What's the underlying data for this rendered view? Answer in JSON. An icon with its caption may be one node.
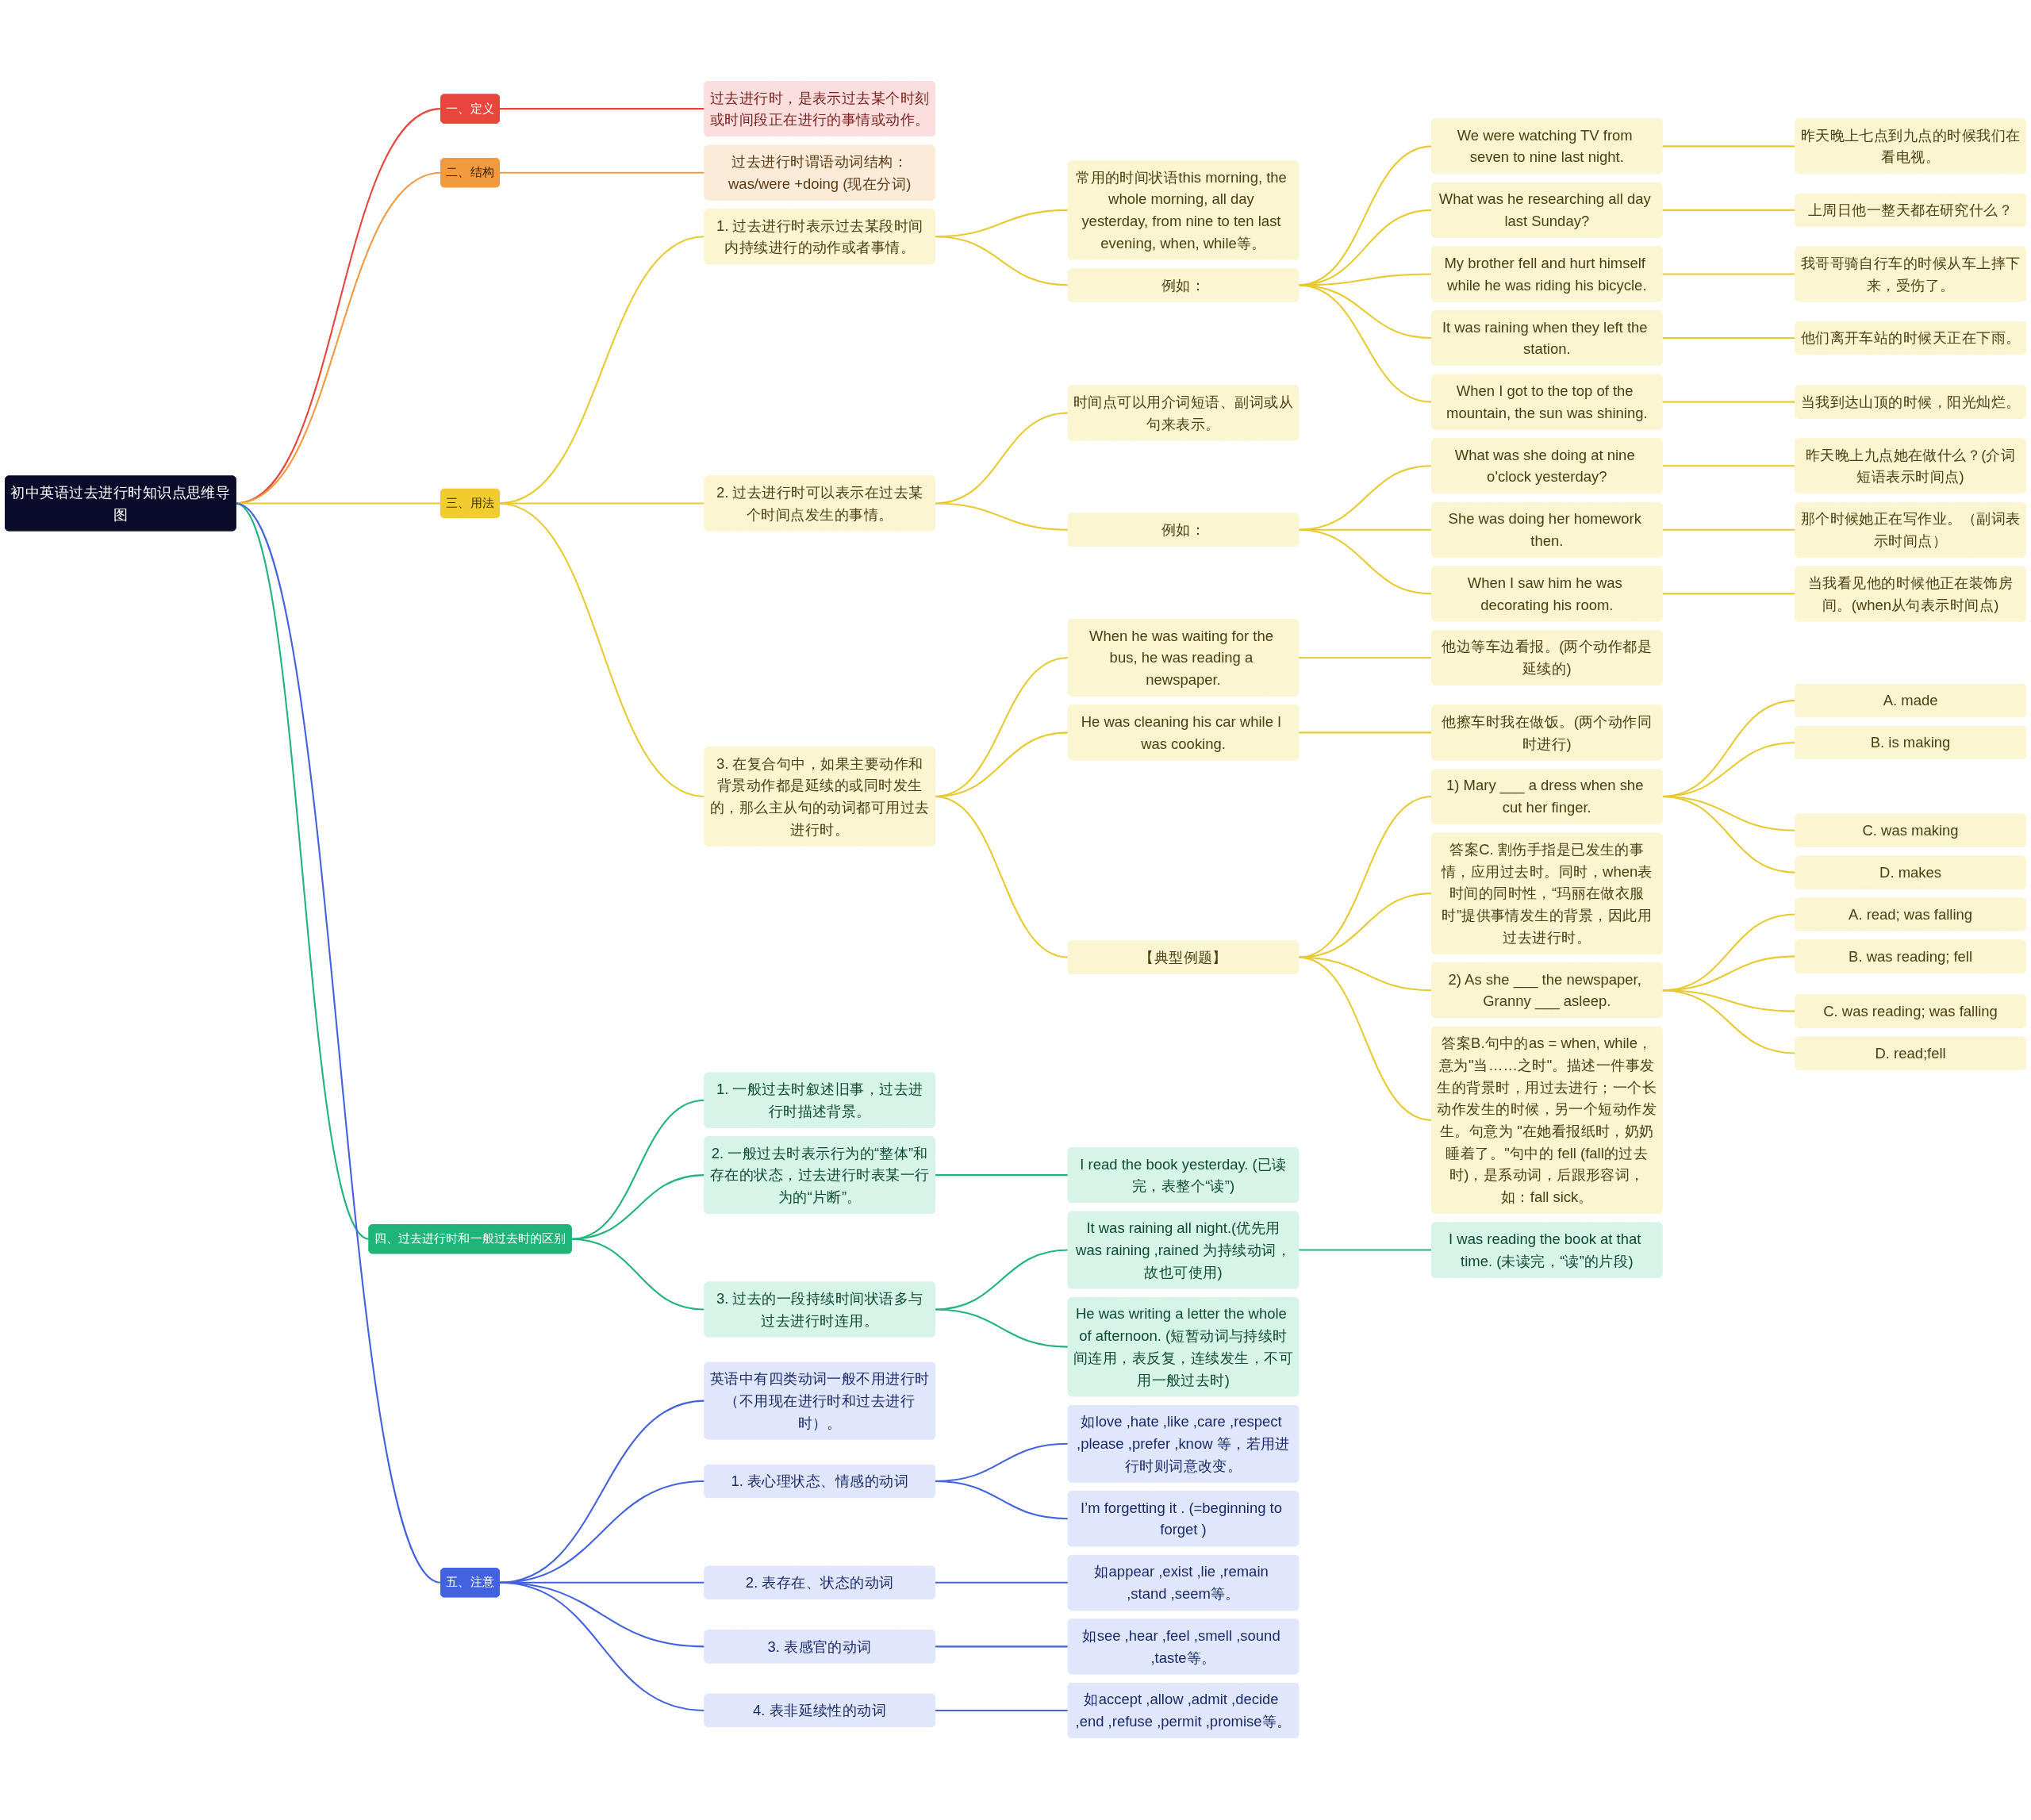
{
  "diagram": {
    "nodes": [
      {
        "text": [
          "初中英语过去进行时知识点思维导图"
        ]
      },
      {
        "text": [
          "一、定义"
        ]
      },
      {
        "text": [
          "过去进行时，是表示过去某个时刻或时间段正在进行的事情或动作。"
        ]
      },
      {
        "text": [
          "二、结构"
        ]
      },
      {
        "text": [
          "过去进行时谓语动词结构：was/were +doing (现在分词)"
        ]
      },
      {
        "text": [
          "三、用法"
        ]
      },
      {
        "text": [
          "1. 过去进行时表示过去某段时间内持续进行的动作或者事情。"
        ]
      },
      {
        "text": [
          "常用的时间状语this morning, the whole morning, all day yesterday, from nine to ten last evening, when, while等。"
        ]
      },
      {
        "text": [
          "例如："
        ]
      },
      {
        "text": [
          "We were watching TV from seven to nine last night."
        ]
      },
      {
        "text": [
          "昨天晚上七点到九点的时候我们在看电视。"
        ]
      },
      {
        "text": [
          "What was he researching all day last Sunday?"
        ]
      },
      {
        "text": [
          "上周日他一整天都在研究什么？"
        ]
      },
      {
        "text": [
          "My brother fell and hurt himself while he was riding his bicycle."
        ]
      },
      {
        "text": [
          "我哥哥骑自行车的时候从车上摔下来，受伤了。"
        ]
      },
      {
        "text": [
          "It was raining when they left the station."
        ]
      },
      {
        "text": [
          "他们离开车站的时候天正在下雨。"
        ]
      },
      {
        "text": [
          "When I got to the top of the mountain, the sun was shining."
        ]
      },
      {
        "text": [
          "当我到达山顶的时候，阳光灿烂。"
        ]
      },
      {
        "text": [
          "2. 过去进行时可以表示在过去某个时间点发生的事情。"
        ]
      },
      {
        "text": [
          "时间点可以用介词短语、副词或从句来表示。"
        ]
      },
      {
        "text": [
          "例如："
        ]
      },
      {
        "text": [
          "What was she doing at nine o'clock yesterday?"
        ]
      },
      {
        "text": [
          "昨天晚上九点她在做什么？(介词短语表示时间点)"
        ]
      },
      {
        "text": [
          "She was doing her homework then."
        ]
      },
      {
        "text": [
          "那个时候她正在写作业。（副词表示时间点）"
        ]
      },
      {
        "text": [
          "When I saw him he was decorating his room."
        ]
      },
      {
        "text": [
          "当我看见他的时候他正在装饰房间。(when从句表示时间点)"
        ]
      },
      {
        "text": [
          "3. 在复合句中，如果主要动作和背景动作都是延续的或同时发生的，那么主从句的动词都可用过去进行时。"
        ]
      },
      {
        "text": [
          "When he was waiting for the bus, he was reading a newspaper."
        ]
      },
      {
        "text": [
          "他边等车边看报。(两个动作都是延续的)"
        ]
      },
      {
        "text": [
          "He was cleaning his car while I was cooking."
        ]
      },
      {
        "text": [
          "他擦车时我在做饭。(两个动作同时进行)"
        ]
      },
      {
        "text": [
          "【典型例题】"
        ]
      },
      {
        "text": [
          "1) Mary ___ a dress when she cut her finger."
        ]
      },
      {
        "text": [
          "A. made"
        ]
      },
      {
        "text": [
          "B. is making"
        ]
      },
      {
        "text": [
          "C. was making"
        ]
      },
      {
        "text": [
          "D. makes"
        ]
      },
      {
        "text": [
          "答案C. 割伤手指是已发生的事情，应用过去时。同时，when表时间的同时性，“玛丽在做衣服时”提供事情发生的背景，因此用过去进行时。"
        ]
      },
      {
        "text": [
          "2) As she ___ the newspaper, Granny ___ asleep."
        ]
      },
      {
        "text": [
          "A. read; was falling"
        ]
      },
      {
        "text": [
          "B. was reading; fell"
        ]
      },
      {
        "text": [
          "C. was reading; was falling"
        ]
      },
      {
        "text": [
          "D. read;fell"
        ]
      },
      {
        "text": [
          "答案B.句中的as = when, while，意为\"当……之时\"。描述一件事发生的背景时，用过去进行；一个长动作发生的时候，另一个短动作发生。句意为 \"在她看报纸时，奶奶睡着了。\"句中的 fell (fall的过去时)，是系动词，后跟形容词，如：fall sick。"
        ]
      },
      {
        "text": [
          "四、过去进行时和一般过去时的区别"
        ]
      },
      {
        "text": [
          "1. 一般过去时叙述旧事，过去进行时描述背景。"
        ]
      },
      {
        "text": [
          "2. 一般过去时表示行为的“整体”和存在的状态，过去进行时表某一行为的“片断”。"
        ]
      },
      {
        "text": [
          "I read the book yesterday. (已读完，表整个“读”)"
        ]
      },
      {
        "text": [
          "3. 过去的一段持续时间状语多与过去进行时连用。"
        ]
      },
      {
        "text": [
          "It was raining all night.(优先用was raining ,rained 为持续动词，故也可使用)"
        ]
      },
      {
        "text": [
          "I was reading the book at that time. (未读完，“读”的片段)"
        ]
      },
      {
        "text": [
          "He was writing a letter the whole of afternoon. (短暂动词与持续时间连用，表反复，连续发生，不可用一般过去时)"
        ]
      },
      {
        "text": [
          "五、注意"
        ]
      },
      {
        "text": [
          "英语中有四类动词一般不用进行时（不用现在进行时和过去进行时）。"
        ]
      },
      {
        "text": [
          "1. 表心理状态、情感的动词"
        ]
      },
      {
        "text": [
          "如love ,hate ,like ,care ,respect ,please ,prefer ,know 等，若用进行时则词意改变。"
        ]
      },
      {
        "text": [
          "I’m forgetting it . (=beginning to forget )"
        ]
      },
      {
        "text": [
          "2. 表存在、状态的动词"
        ]
      },
      {
        "text": [
          "如appear ,exist ,lie ,remain ,stand ,seem等。"
        ]
      },
      {
        "text": [
          "3. 表感官的动词"
        ]
      },
      {
        "text": [
          "如see ,hear ,feel ,smell ,sound ,taste等。"
        ]
      },
      {
        "text": [
          "4. 表非延续性的动词"
        ]
      },
      {
        "text": [
          "如accept ,allow ,admit ,decide ,end ,refuse ,permit ,promise等。"
        ]
      }
    ],
    "edges": [
      {
        "from": 0,
        "to": 1,
        "arrow": "none",
        "color": "#e8453c"
      },
      {
        "from": 1,
        "to": 2,
        "arrow": "none",
        "color": "#e8453c"
      },
      {
        "from": 0,
        "to": 3,
        "arrow": "none",
        "color": "#f19a3e"
      },
      {
        "from": 3,
        "to": 4,
        "arrow": "none",
        "color": "#f19a3e"
      },
      {
        "from": 0,
        "to": 5,
        "arrow": "none"
      },
      {
        "from": 5,
        "to": 6,
        "arrow": "none"
      },
      {
        "from": 6,
        "to": 7,
        "arrow": "none"
      },
      {
        "from": 6,
        "to": 8,
        "arrow": "none"
      },
      {
        "from": 8,
        "to": 9,
        "arrow": "none"
      },
      {
        "from": 9,
        "to": 10,
        "arrow": "none"
      },
      {
        "from": 8,
        "to": 11,
        "arrow": "none"
      },
      {
        "from": 11,
        "to": 12,
        "arrow": "none"
      },
      {
        "from": 8,
        "to": 13,
        "arrow": "none"
      },
      {
        "from": 13,
        "to": 14,
        "arrow": "none"
      },
      {
        "from": 8,
        "to": 15,
        "arrow": "none"
      },
      {
        "from": 15,
        "to": 16,
        "arrow": "none"
      },
      {
        "from": 8,
        "to": 17,
        "arrow": "none"
      },
      {
        "from": 17,
        "to": 18,
        "arrow": "none"
      },
      {
        "from": 5,
        "to": 19,
        "arrow": "none"
      },
      {
        "from": 19,
        "to": 20,
        "arrow": "none"
      },
      {
        "from": 19,
        "to": 21,
        "arrow": "none"
      },
      {
        "from": 21,
        "to": 22,
        "arrow": "none"
      },
      {
        "from": 22,
        "to": 23,
        "arrow": "none"
      },
      {
        "from": 21,
        "to": 24,
        "arrow": "none"
      },
      {
        "from": 24,
        "to": 25,
        "arrow": "none"
      },
      {
        "from": 21,
        "to": 26,
        "arrow": "none"
      },
      {
        "from": 26,
        "to": 27,
        "arrow": "none"
      },
      {
        "from": 5,
        "to": 28,
        "arrow": "none"
      },
      {
        "from": 28,
        "to": 29,
        "arrow": "none"
      },
      {
        "from": 29,
        "to": 30,
        "arrow": "none"
      },
      {
        "from": 28,
        "to": 31,
        "arrow": "none"
      },
      {
        "from": 31,
        "to": 32,
        "arrow": "none"
      },
      {
        "from": 28,
        "to": 33,
        "arrow": "none"
      },
      {
        "from": 33,
        "to": 34,
        "arrow": "none"
      },
      {
        "from": 34,
        "to": 35,
        "arrow": "none"
      },
      {
        "from": 34,
        "to": 36,
        "arrow": "none"
      },
      {
        "from": 34,
        "to": 37,
        "arrow": "none"
      },
      {
        "from": 34,
        "to": 38,
        "arrow": "none"
      },
      {
        "from": 33,
        "to": 39,
        "arrow": "none"
      },
      {
        "from": 33,
        "to": 40,
        "arrow": "none"
      },
      {
        "from": 40,
        "to": 41,
        "arrow": "none"
      },
      {
        "from": 40,
        "to": 42,
        "arrow": "none"
      },
      {
        "from": 40,
        "to": 43,
        "arrow": "none"
      },
      {
        "from": 40,
        "to": 44,
        "arrow": "none"
      },
      {
        "from": 33,
        "to": 45,
        "arrow": "none"
      },
      {
        "from": 0,
        "to": 46,
        "arrow": "none",
        "color": "#1fb57a"
      },
      {
        "from": 46,
        "to": 47,
        "arrow": "none",
        "color": "#1fb57a"
      },
      {
        "from": 46,
        "to": 48,
        "arrow": "none",
        "color": "#1fb57a"
      },
      {
        "from": 48,
        "to": 49,
        "arrow": "none",
        "color": "#1fb57a"
      },
      {
        "from": 46,
        "to": 50,
        "arrow": "none",
        "color": "#1fb57a"
      },
      {
        "from": 50,
        "to": 51,
        "arrow": "none",
        "color": "#1fb57a"
      },
      {
        "from": 51,
        "to": 52,
        "arrow": "none",
        "color": "#1fb57a"
      },
      {
        "from": 50,
        "to": 53,
        "arrow": "none",
        "color": "#1fb57a"
      },
      {
        "from": 0,
        "to": 54,
        "arrow": "none",
        "color": "#4262e0"
      },
      {
        "from": 54,
        "to": 55,
        "arrow": "none",
        "color": "#4262e0"
      },
      {
        "from": 54,
        "to": 56,
        "arrow": "none",
        "color": "#4262e0"
      },
      {
        "from": 56,
        "to": 57,
        "arrow": "none",
        "color": "#4262e0"
      },
      {
        "from": 56,
        "to": 58,
        "arrow": "none",
        "color": "#4262e0"
      },
      {
        "from": 54,
        "to": 59,
        "arrow": "none",
        "color": "#4262e0"
      },
      {
        "from": 59,
        "to": 60,
        "arrow": "none",
        "color": "#4262e0"
      },
      {
        "from": 54,
        "to": 61,
        "arrow": "none",
        "color": "#4262e0"
      },
      {
        "from": 61,
        "to": 62,
        "arrow": "none",
        "color": "#4262e0"
      },
      {
        "from": 54,
        "to": 63,
        "arrow": "none",
        "color": "#4262e0"
      },
      {
        "from": 63,
        "to": 64,
        "arrow": "none",
        "color": "#4262e0"
      }
    ]
  }
}
